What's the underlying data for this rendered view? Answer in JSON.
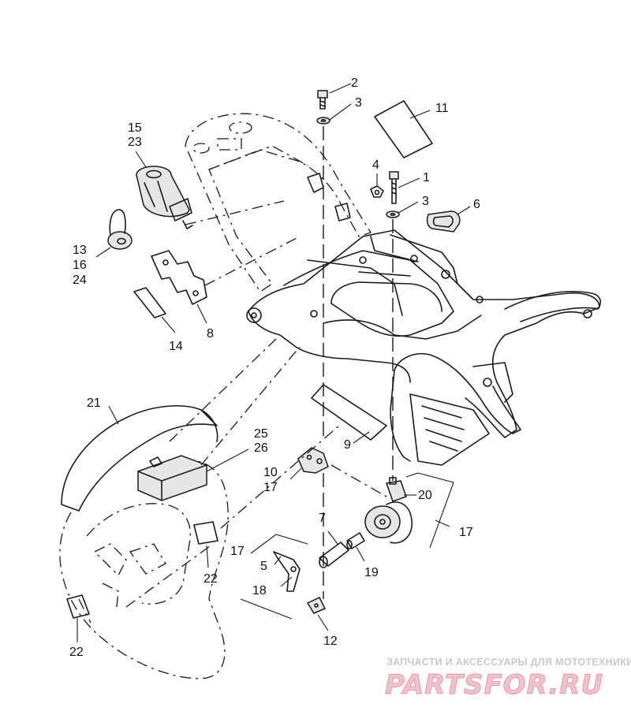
{
  "callouts": {
    "c1": "1",
    "c2": "2",
    "c3a": "3",
    "c3b": "3",
    "c4": "4",
    "c5": "5",
    "c6": "6",
    "c7": "7",
    "c8": "8",
    "c9": "9",
    "c10": "10",
    "c11": "11",
    "c12": "12",
    "c13": "13",
    "c14": "14",
    "c15": "15",
    "c16": "16",
    "c17a": "17",
    "c17b": "17",
    "c17c": "17",
    "c18": "18",
    "c19": "19",
    "c20": "20",
    "c21": "21",
    "c22a": "22",
    "c22b": "22",
    "c23": "23",
    "c24": "24",
    "c25": "25",
    "c26": "26"
  },
  "watermark": {
    "tagline": "ЗАПЧАСТИ И АКСЕССУАРЫ ДЛЯ МОТОТЕХНИКИ",
    "logo": "PARTSFOR.RU"
  },
  "colors": {
    "line": "#1a1a1a",
    "watermark_logo": "#f0c3cb",
    "watermark_text": "#c9c9c9"
  }
}
